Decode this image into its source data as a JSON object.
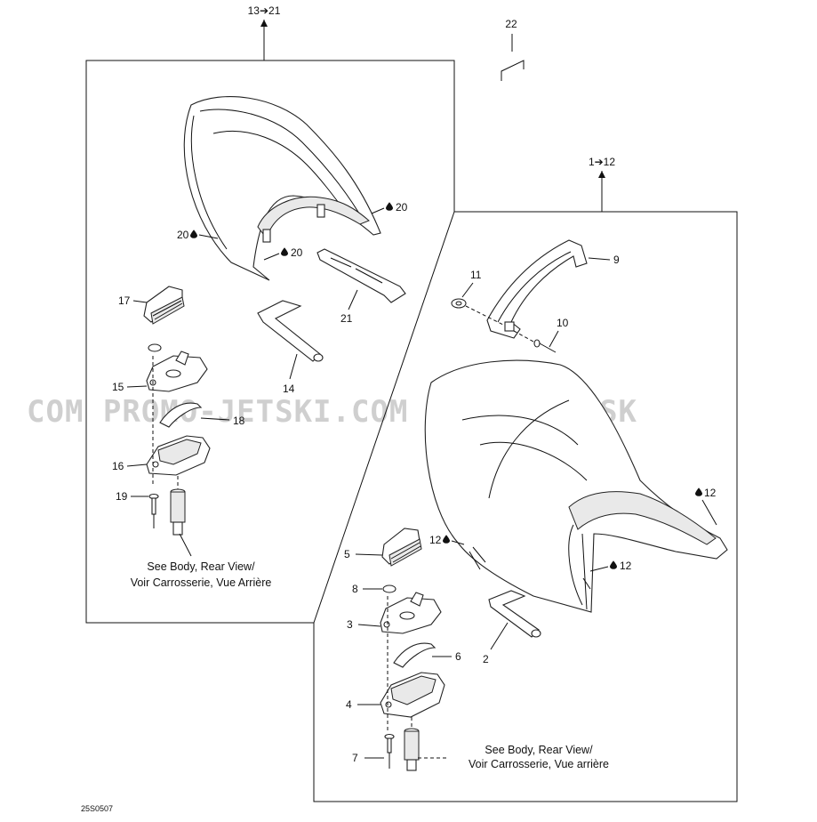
{
  "diagram": {
    "group_left": "13➔21",
    "group_right": "1➔12",
    "drawing_code": "25S0507",
    "watermark": "COM PROMO-JETSKI.COM PROMO-JETSK",
    "note_left": {
      "line1": "See Body, Rear View/",
      "line2": "Voir Carrosserie, Vue Arrière"
    },
    "note_right": {
      "line1": "See Body, Rear View/",
      "line2": "Voir Carrosserie, Vue arrière"
    },
    "callouts": {
      "c22": "22",
      "c20a": "20",
      "c20b": "20",
      "c20c": "20",
      "c21": "21",
      "c17": "17",
      "c14": "14",
      "c15": "15",
      "c18": "18",
      "c16": "16",
      "c19": "19",
      "c9": "9",
      "c11": "11",
      "c10": "10",
      "c12a": "12",
      "c12b": "12",
      "c12c": "12",
      "c5": "5",
      "c8": "8",
      "c3": "3",
      "c6": "6",
      "c2": "2",
      "c4": "4",
      "c7": "7"
    }
  }
}
